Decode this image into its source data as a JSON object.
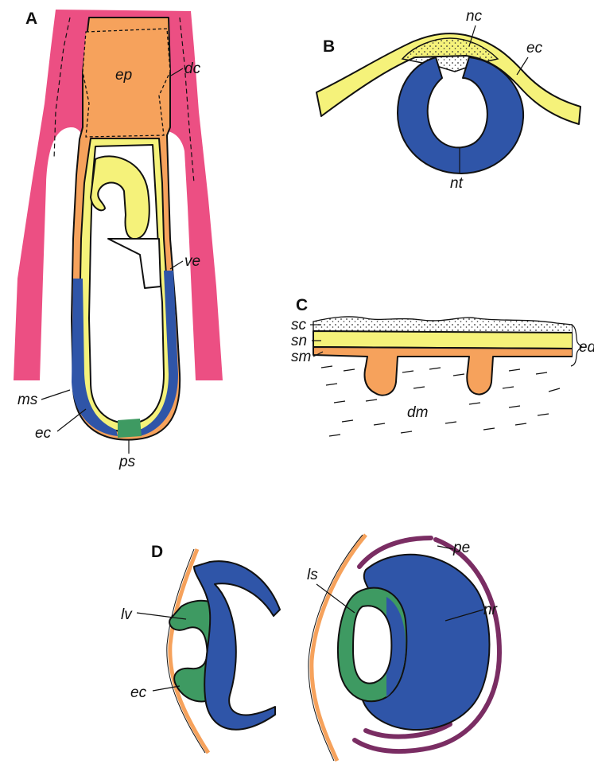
{
  "colors": {
    "pink": "#ec4f83",
    "orange": "#f6a25c",
    "yellow": "#f5f27a",
    "blue": "#2f55a8",
    "green": "#3e9a62",
    "purple": "#7a2d63",
    "white": "#ffffff"
  },
  "panels": {
    "A": {
      "letter": "A",
      "labels": {
        "ep": "ep",
        "dc": "dc",
        "ve": "ve",
        "ms": "ms",
        "ec": "ec",
        "ps": "ps"
      }
    },
    "B": {
      "letter": "B",
      "labels": {
        "nc": "nc",
        "ec": "ec",
        "nt": "nt"
      }
    },
    "C": {
      "letter": "C",
      "labels": {
        "sc": "sc",
        "sn": "sn",
        "sm": "sm",
        "ed": "ed",
        "dm": "dm"
      }
    },
    "D": {
      "letter": "D",
      "labels": {
        "lv": "lv",
        "ec": "ec",
        "ls": "ls",
        "pe": "pe",
        "nr": "nr"
      }
    }
  }
}
